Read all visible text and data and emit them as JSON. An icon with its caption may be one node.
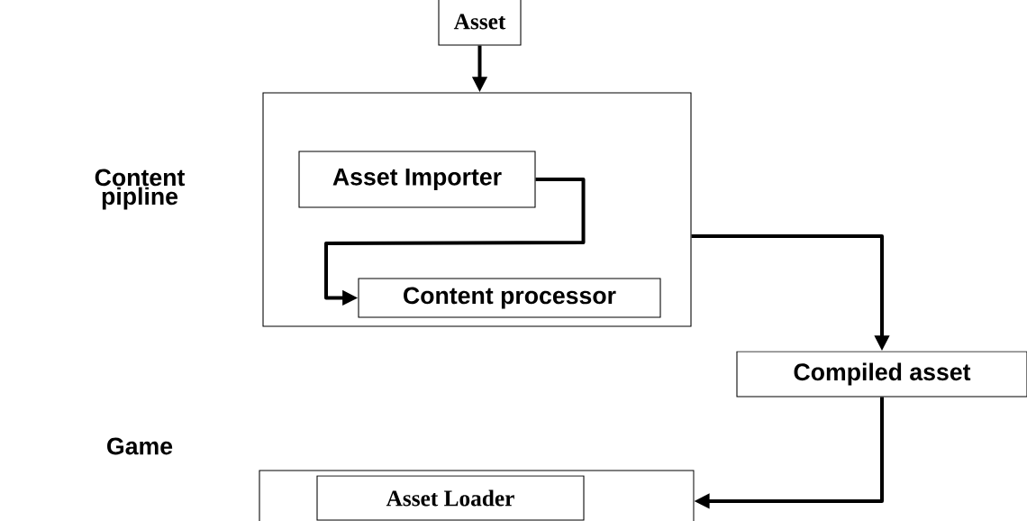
{
  "diagram": {
    "nodes": [
      {
        "text": [
          "Asset"
        ]
      },
      {
        "text": [
          "Content pipline"
        ]
      },
      {
        "text": [
          "Asset Importer"
        ],
        "in": 1
      },
      {
        "text": [
          "Content processor"
        ],
        "in": 1
      },
      {
        "text": [
          "Compiled asset"
        ]
      },
      {
        "text": [
          "Game"
        ]
      },
      {
        "text": [
          "Asset Loader"
        ],
        "in": 5
      }
    ],
    "edges": [
      {
        "from": 0,
        "to": 1,
        "arrow": "to"
      },
      {
        "from": 2,
        "to": 3,
        "arrow": "to"
      },
      {
        "from": 1,
        "to": 4,
        "arrow": "to"
      },
      {
        "from": 4,
        "to": 5,
        "arrow": "to"
      }
    ]
  }
}
